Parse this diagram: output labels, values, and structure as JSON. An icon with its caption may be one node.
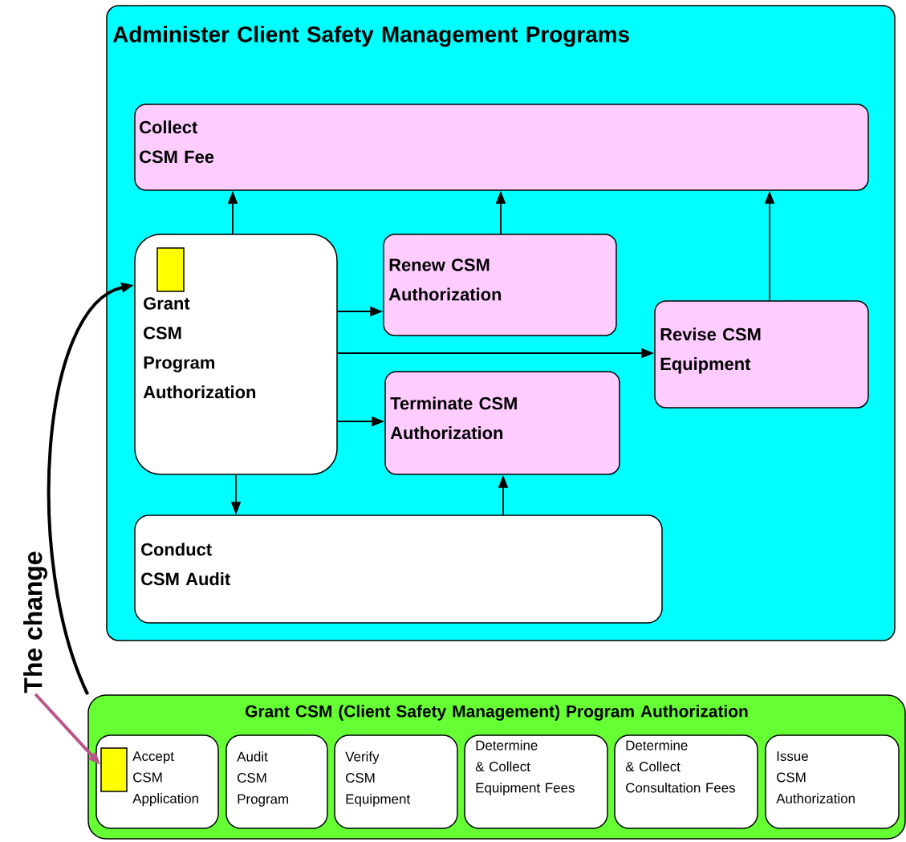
{
  "diagram": {
    "nodes": [
      {
        "text": [
          "Administer Client Safety Management Programs"
        ]
      },
      {
        "text": [
          "Collect CSM Fee"
        ],
        "in": 0
      },
      {
        "text": [
          "Grant CSM Program Authorization"
        ],
        "in": 0
      },
      {
        "text": [],
        "shape": "box",
        "in": 2
      },
      {
        "text": [
          "Renew CSM Authorization"
        ],
        "in": 0
      },
      {
        "text": [
          "Revise CSM Equipment"
        ],
        "in": 0
      },
      {
        "text": [
          "Terminate CSM Authorization"
        ],
        "in": 0
      },
      {
        "text": [
          "Conduct CSM Audit"
        ],
        "in": 0
      },
      {
        "text": [
          "Grant CSM (Client Safety Management) Program Authorization"
        ]
      },
      {
        "text": [
          "Accept CSM Application"
        ],
        "in": 8
      },
      {
        "text": [],
        "shape": "box",
        "in": 9
      },
      {
        "text": [
          "Audit CSM Program"
        ],
        "in": 8
      },
      {
        "text": [
          "Verify CSM Equipment"
        ],
        "in": 8
      },
      {
        "text": [
          "Determine & Collect Equipment Fees"
        ],
        "in": 8
      },
      {
        "text": [
          "Determine & Collect Consultation Fees"
        ],
        "in": 8
      },
      {
        "text": [
          "Issue CSM Authorization"
        ],
        "in": 8
      },
      {
        "text": [
          "The change"
        ]
      }
    ],
    "edges": [
      {
        "from": 2,
        "to": 1,
        "arrow": "to"
      },
      {
        "from": 2,
        "to": 4,
        "arrow": "to"
      },
      {
        "from": 2,
        "to": 5,
        "arrow": "to"
      },
      {
        "from": 2,
        "to": 6,
        "arrow": "to"
      },
      {
        "from": 2,
        "to": 7,
        "arrow": "to"
      },
      {
        "from": 7,
        "to": 6,
        "arrow": "to"
      },
      {
        "from": 4,
        "to": 1,
        "arrow": "to"
      },
      {
        "from": 5,
        "to": 1,
        "arrow": "to"
      },
      {
        "from": 8,
        "to": 2,
        "arrow": "to",
        "style": "thick"
      },
      {
        "from": 16,
        "to": 10,
        "arrow": "to",
        "style": "thick",
        "color": "#995577"
      }
    ]
  }
}
